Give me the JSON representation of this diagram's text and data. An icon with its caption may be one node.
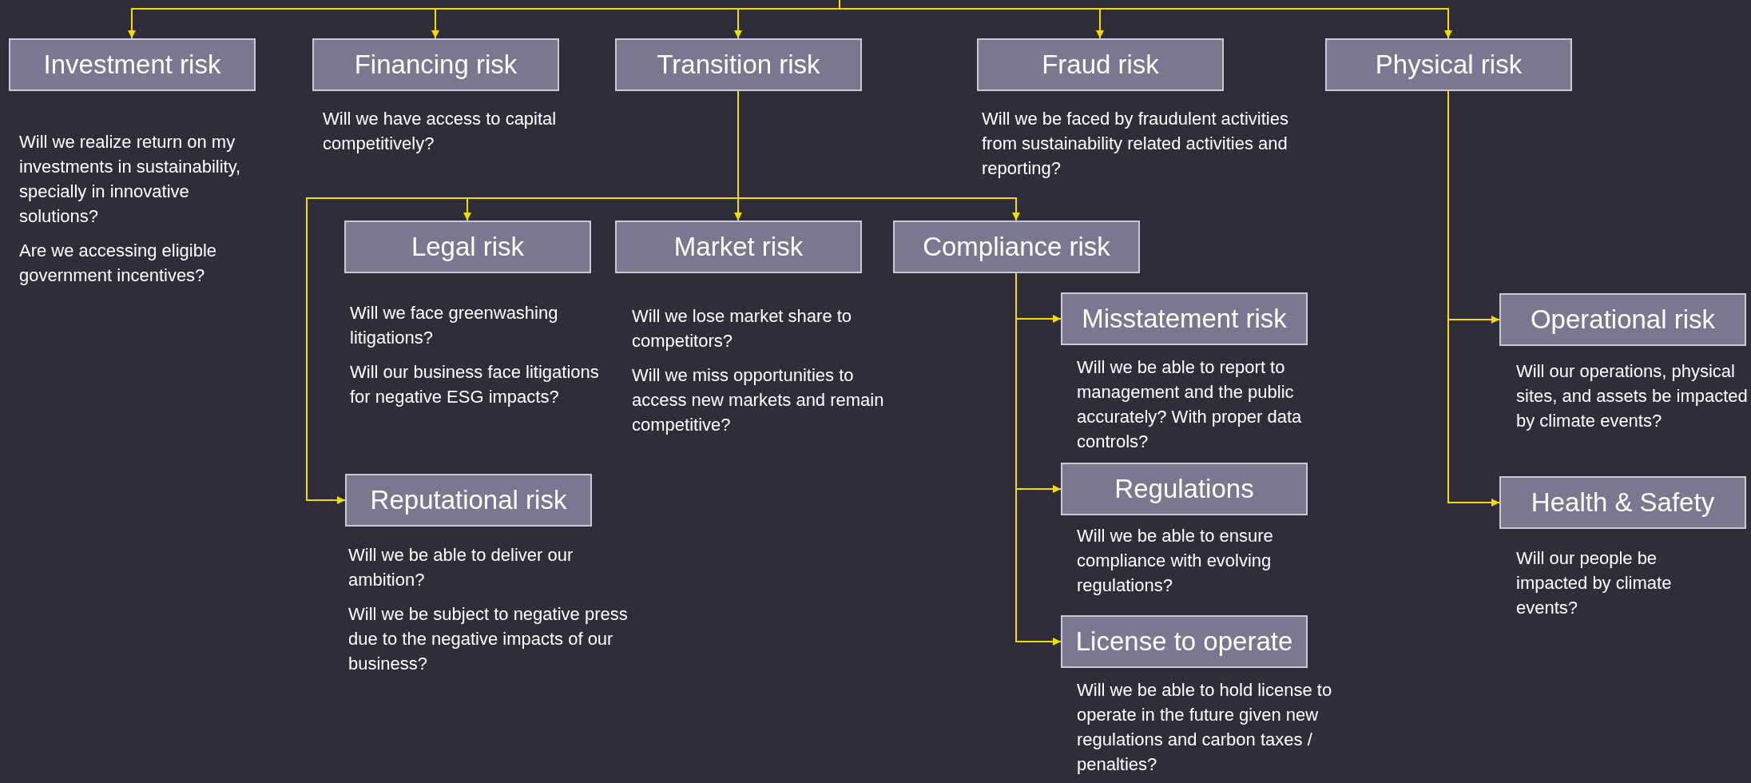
{
  "diagram": {
    "nodes": [
      {
        "text": [
          "Investment risk"
        ],
        "beside": [
          "Will we realize return on my investments in sustainability, specially in innovative solutions?",
          "Are we accessing eligible government incentives?"
        ]
      },
      {
        "text": [
          "Financing risk"
        ],
        "beside": [
          "Will we have access to capital competitively?"
        ]
      },
      {
        "text": [
          "Transition risk"
        ]
      },
      {
        "text": [
          "Fraud risk"
        ],
        "beside": [
          "Will we be faced by fraudulent activities from sustainability related activities and reporting?"
        ]
      },
      {
        "text": [
          "Physical risk"
        ]
      },
      {
        "text": [
          "Legal risk"
        ],
        "beside": [
          "Will we face greenwashing litigations?",
          "Will our business face litigations for negative ESG impacts?"
        ]
      },
      {
        "text": [
          "Market risk"
        ],
        "beside": [
          "Will we lose market share to competitors?",
          "Will we miss opportunities to access new markets and remain competitive?"
        ]
      },
      {
        "text": [
          "Compliance risk"
        ]
      },
      {
        "text": [
          "Misstatement risk"
        ],
        "beside": [
          "Will we be able to report to management and the public accurately? With proper data controls?"
        ]
      },
      {
        "text": [
          "Operational risk"
        ],
        "beside": [
          "Will our operations, physical sites, and assets be impacted by climate events?"
        ]
      },
      {
        "text": [
          "Regulations"
        ],
        "beside": [
          "Will we be able to ensure compliance with evolving regulations?"
        ]
      },
      {
        "text": [
          "Reputational risk"
        ],
        "beside": [
          "Will we be able to deliver our ambition?",
          "Will we be subject to negative press due to the negative impacts of our business?"
        ]
      },
      {
        "text": [
          "Health & Safety"
        ],
        "beside": [
          "Will our people be impacted by climate events?"
        ]
      },
      {
        "text": [
          "License to operate"
        ],
        "beside": [
          "Will we be able to hold license to operate in the future given new regulations and carbon taxes / penalties?"
        ]
      }
    ],
    "edges": [
      {
        "from": null,
        "to": 0,
        "arrow": "to"
      },
      {
        "from": null,
        "to": 1,
        "arrow": "to"
      },
      {
        "from": null,
        "to": 2,
        "arrow": "to"
      },
      {
        "from": null,
        "to": 3,
        "arrow": "to"
      },
      {
        "from": null,
        "to": 4,
        "arrow": "to"
      },
      {
        "from": 2,
        "to": 5,
        "arrow": "to"
      },
      {
        "from": 2,
        "to": 6,
        "arrow": "to"
      },
      {
        "from": 2,
        "to": 7,
        "arrow": "to"
      },
      {
        "from": 2,
        "to": 11,
        "arrow": "to"
      },
      {
        "from": 7,
        "to": 8,
        "arrow": "to"
      },
      {
        "from": 7,
        "to": 10,
        "arrow": "to"
      },
      {
        "from": 7,
        "to": 13,
        "arrow": "to"
      },
      {
        "from": 4,
        "to": 9,
        "arrow": "to"
      },
      {
        "from": 4,
        "to": 12,
        "arrow": "to"
      }
    ]
  }
}
